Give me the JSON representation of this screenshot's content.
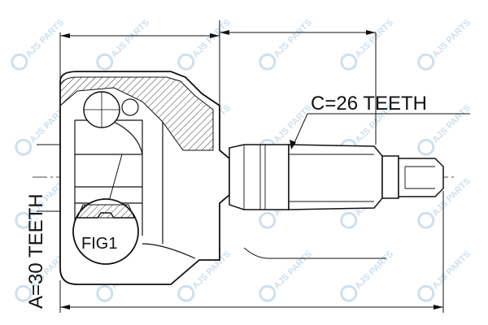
{
  "drawing": {
    "spline_c_label": "C=26 TEETH",
    "spline_a_label": "A=30 TEETH",
    "detail_label": "FIG1"
  },
  "watermark": {
    "text": "AJS PARTS",
    "color": "#c9dcec"
  },
  "colors": {
    "line": "#111111",
    "hatch": "#333333"
  }
}
